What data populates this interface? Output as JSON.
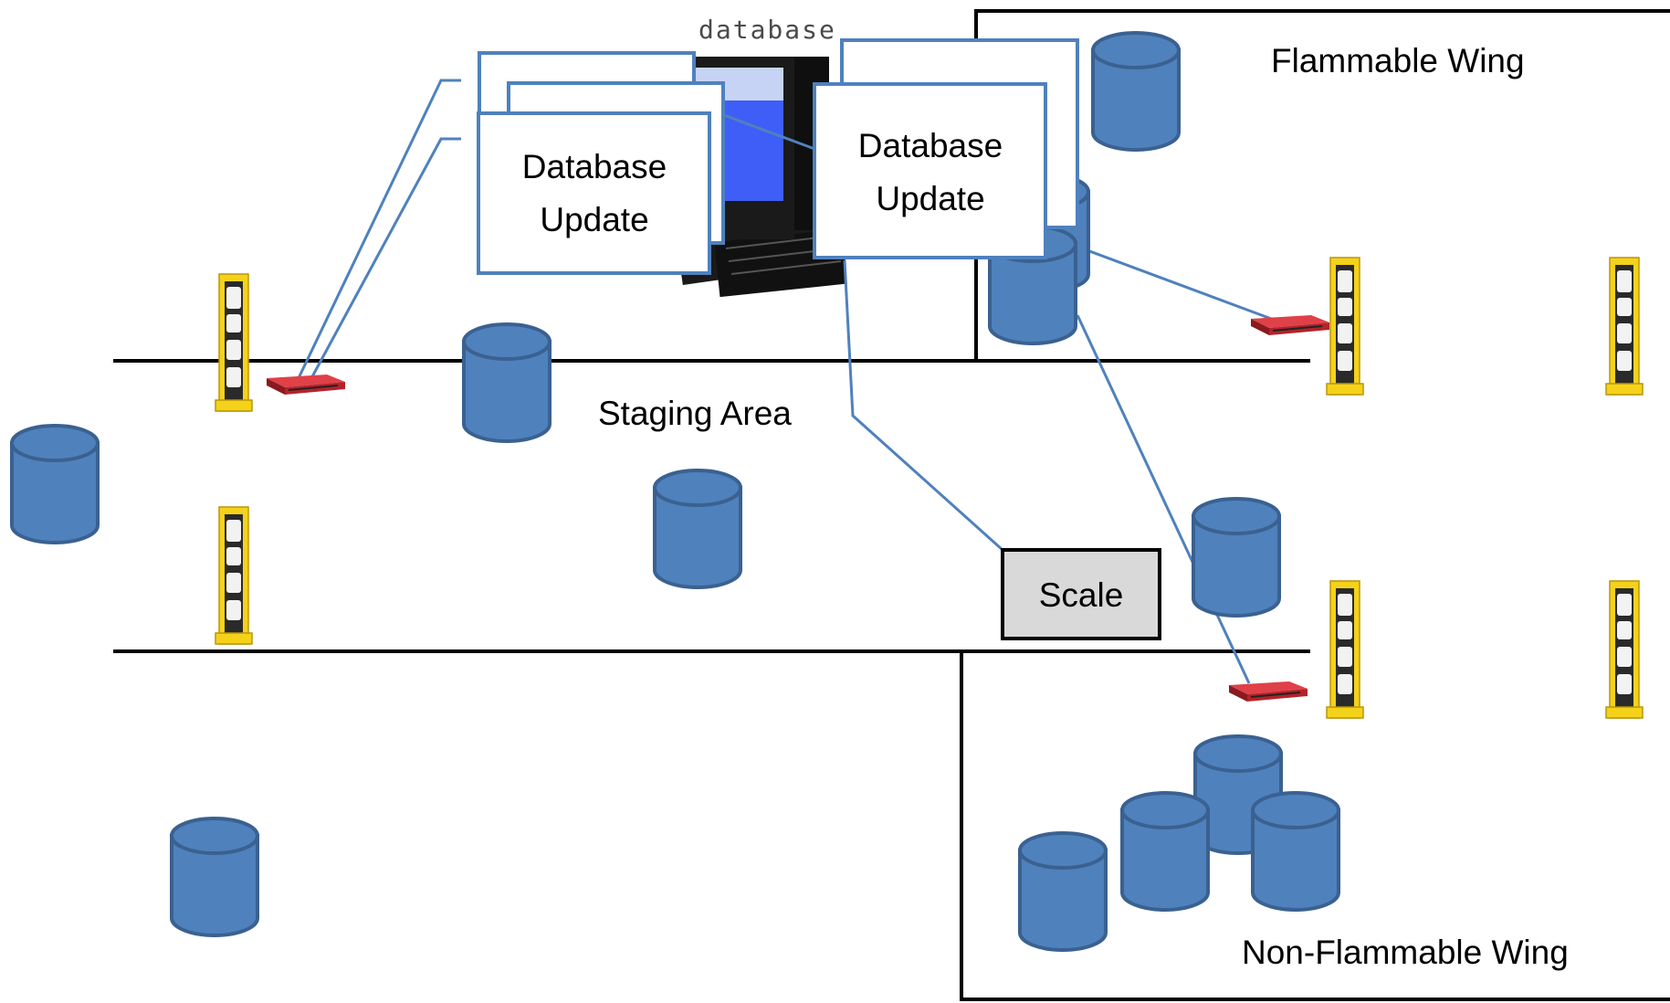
{
  "labels": {
    "database_caption": "database",
    "flammable_wing": "Flammable Wing",
    "staging_area": "Staging Area",
    "non_flammable_wing": "Non-Flammable Wing",
    "scale": "Scale",
    "update_left_line1": "Database",
    "update_left_line2": "Update",
    "update_right_line1": "Database",
    "update_right_line2": "Update"
  },
  "colors": {
    "drum_fill": "#4f81bd",
    "drum_stroke": "#3a6190",
    "connector": "#4f81bd",
    "wall": "#000000",
    "scale_fill": "#d9d9d9",
    "portal_yellow": "#f5d21a",
    "reader_red": "#c0272d",
    "monitor_screen": "#3f5ef7"
  },
  "icons": {
    "drum": "cylinder-drum-icon",
    "rfid_portal": "rfid-portal-icon",
    "rfid_reader": "rfid-reader-icon",
    "computer": "database-computer-icon"
  }
}
